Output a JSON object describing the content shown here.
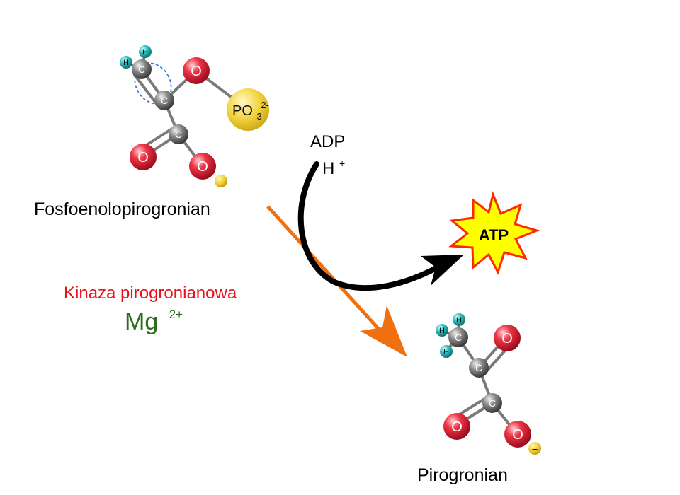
{
  "reactant": {
    "name": "Fosfoenolopirogronian",
    "atoms": {
      "carbon": "C",
      "hydrogen": "H",
      "oxygen": "O",
      "phosphate_main": "PO",
      "phosphate_sub": "3",
      "phosphate_sup": "2-",
      "charge": "–"
    }
  },
  "product": {
    "name": "Pirogronian",
    "atoms": {
      "carbon": "C",
      "hydrogen": "H",
      "oxygen": "O",
      "charge": "–"
    }
  },
  "enzyme": {
    "name": "Kinaza pirogronianowa",
    "cofactor": "Mg",
    "cofactor_charge": "2+"
  },
  "cosubstrates": {
    "input": "ADP",
    "proton": "H",
    "proton_charge": "+",
    "output": "ATP"
  },
  "colors": {
    "enzyme_text": "#e8111a",
    "cofactor_text": "#2e6b1f",
    "main_arrow": "#f07010",
    "side_arrow": "#000000",
    "atp_burst_fill": "#ffff00",
    "atp_burst_stroke": "#ff2a00",
    "carbon": "#6e6e6e",
    "oxygen": "#e8243a",
    "hydrogen": "#2fb8b8",
    "phosphate": "#f2d33a",
    "charge": "#f2d33a"
  }
}
